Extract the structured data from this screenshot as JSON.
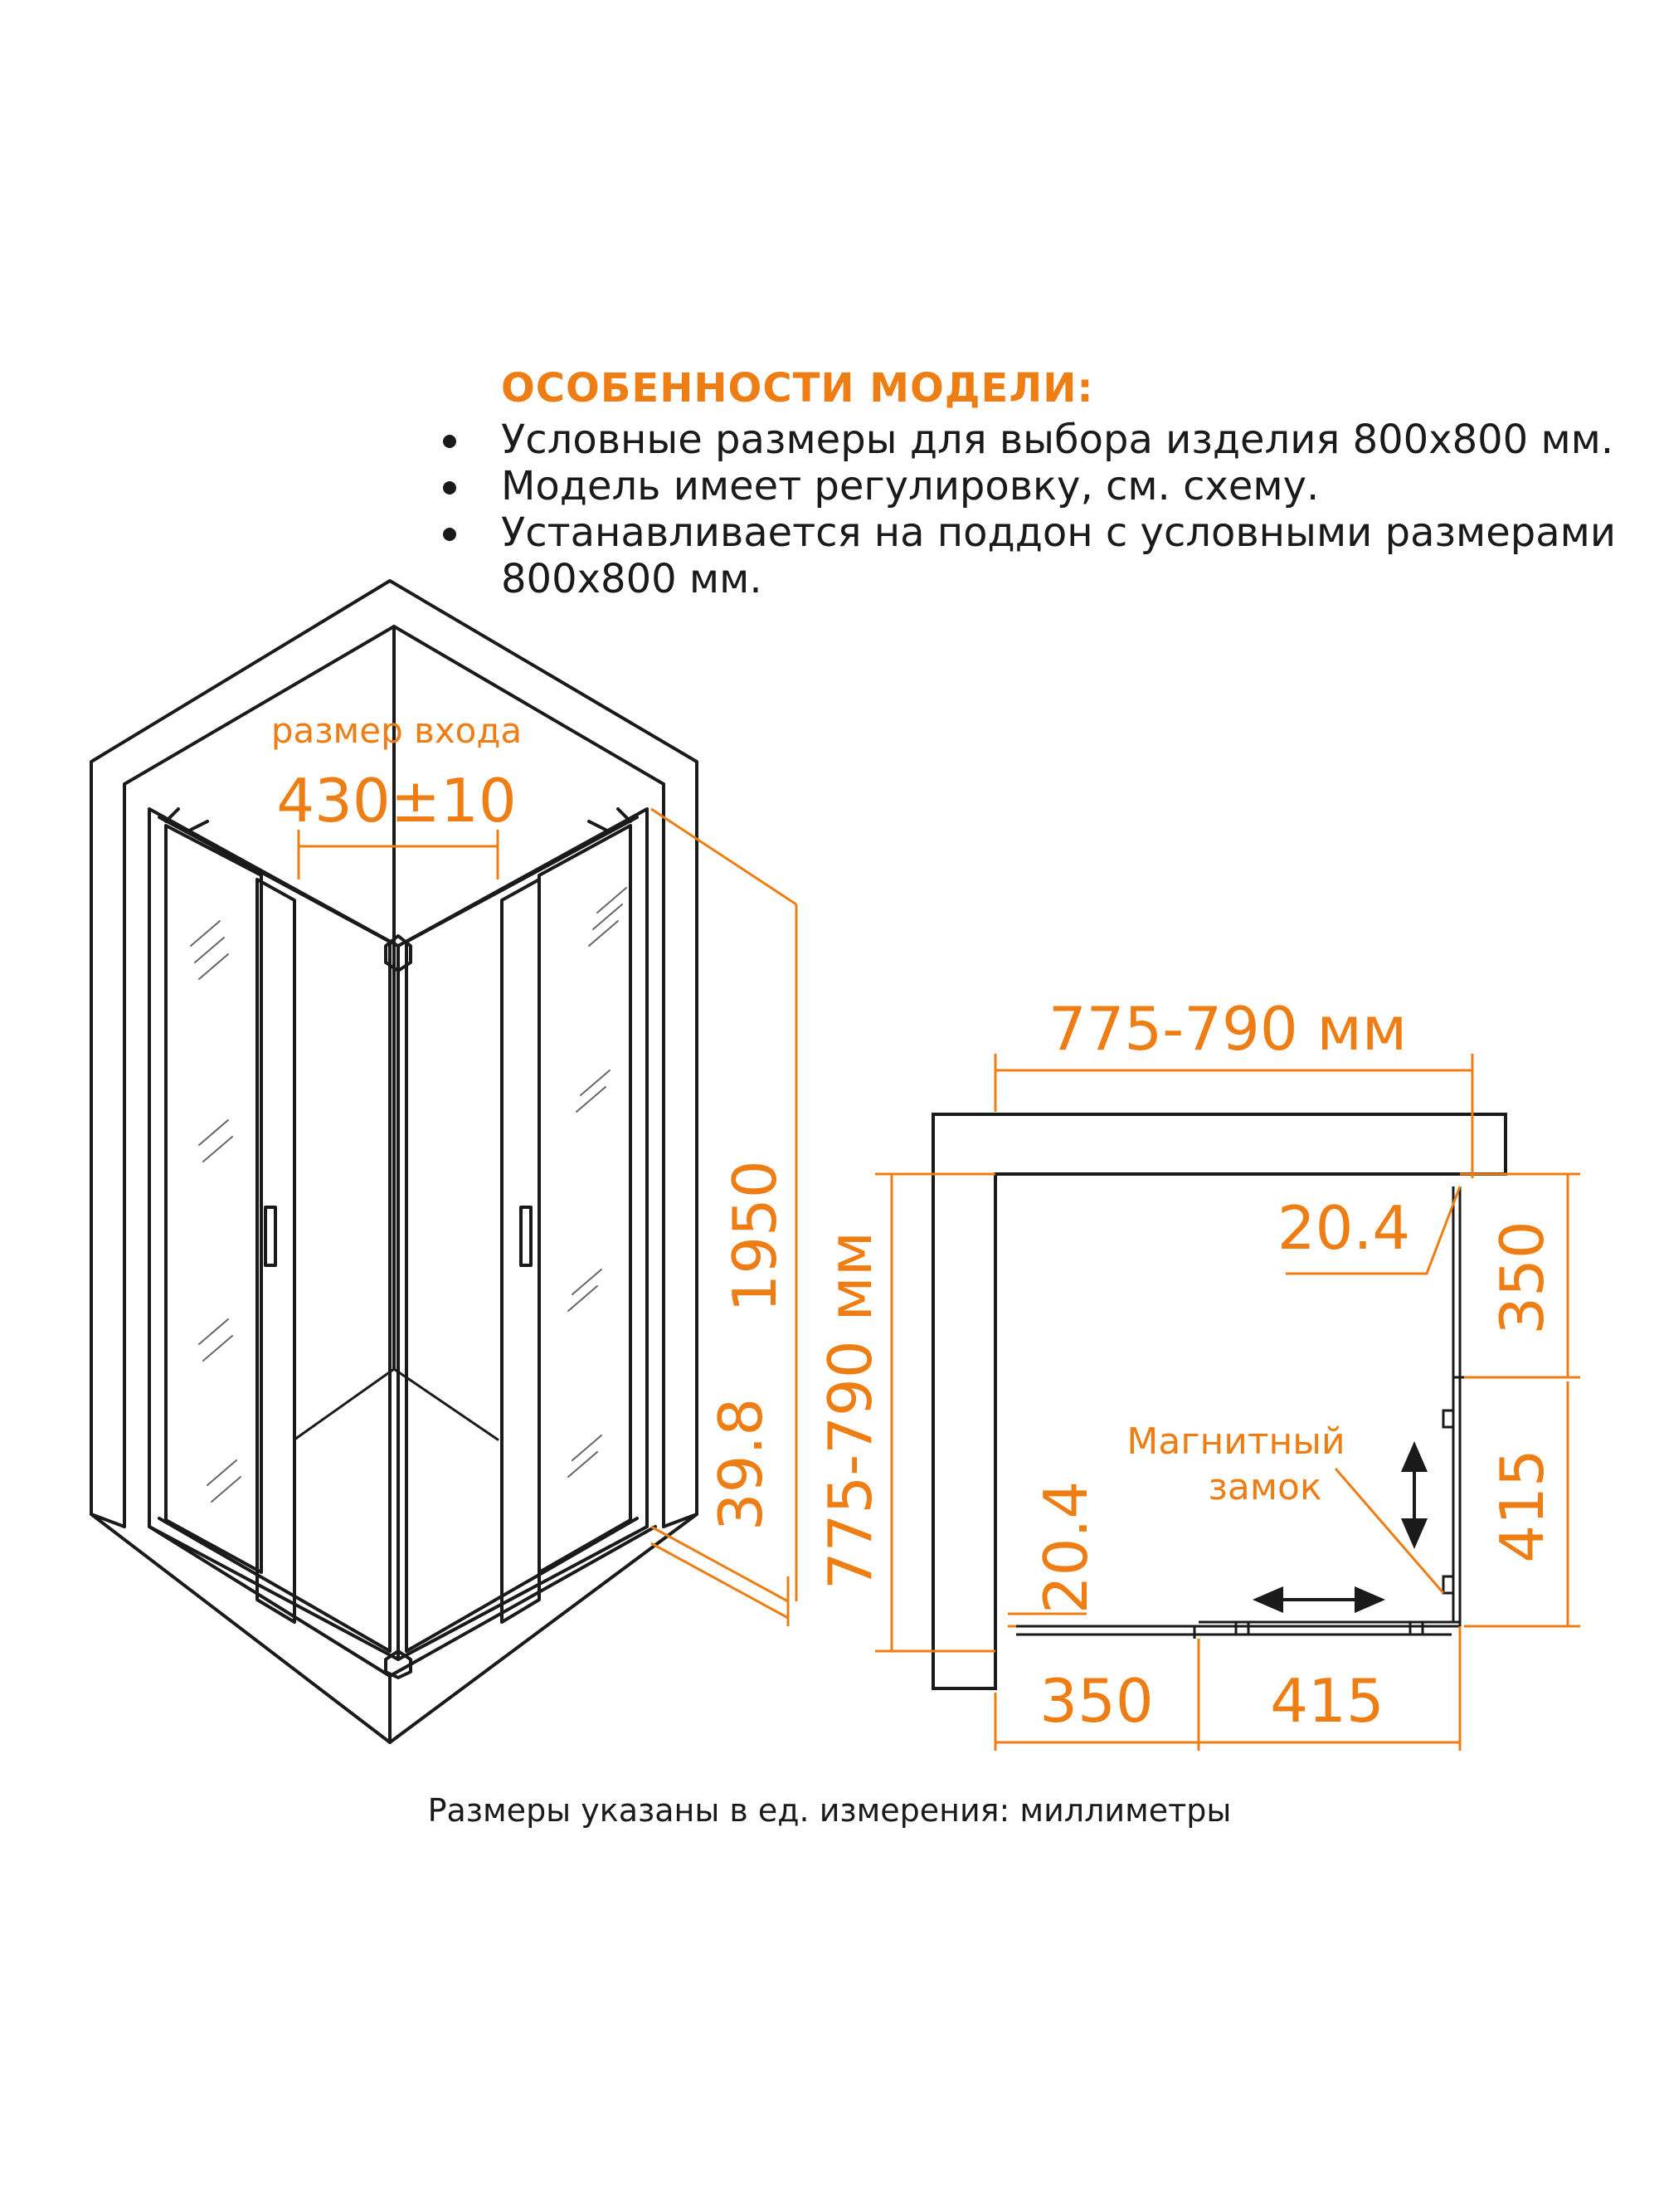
{
  "features": {
    "title": "ОСОБЕННОСТИ МОДЕЛИ:",
    "items": [
      "Условные размеры для выбора изделия 800х800 мм.",
      "Модель имеет регулировку, см. схему.",
      "Устанавливается на поддон с условными размерами 800х800 мм."
    ]
  },
  "iso_view": {
    "entry_label": "размер входа",
    "entry_width": "430±10",
    "height": "1950",
    "tray_offset": "39.8"
  },
  "plan_view": {
    "width": "775-790 мм",
    "depth": "775-790 мм",
    "gap_right": "20.4",
    "gap_left": "20.4",
    "right_fixed": "350",
    "right_door": "415",
    "bottom_fixed": "350",
    "bottom_door": "415",
    "lock_label_line1": "Магнитный",
    "lock_label_line2": "замок"
  },
  "footnote": "Размеры указаны в ед. измерения: миллиметры",
  "colors": {
    "accent": "#ee7d14",
    "line": "#1a1a1a"
  }
}
